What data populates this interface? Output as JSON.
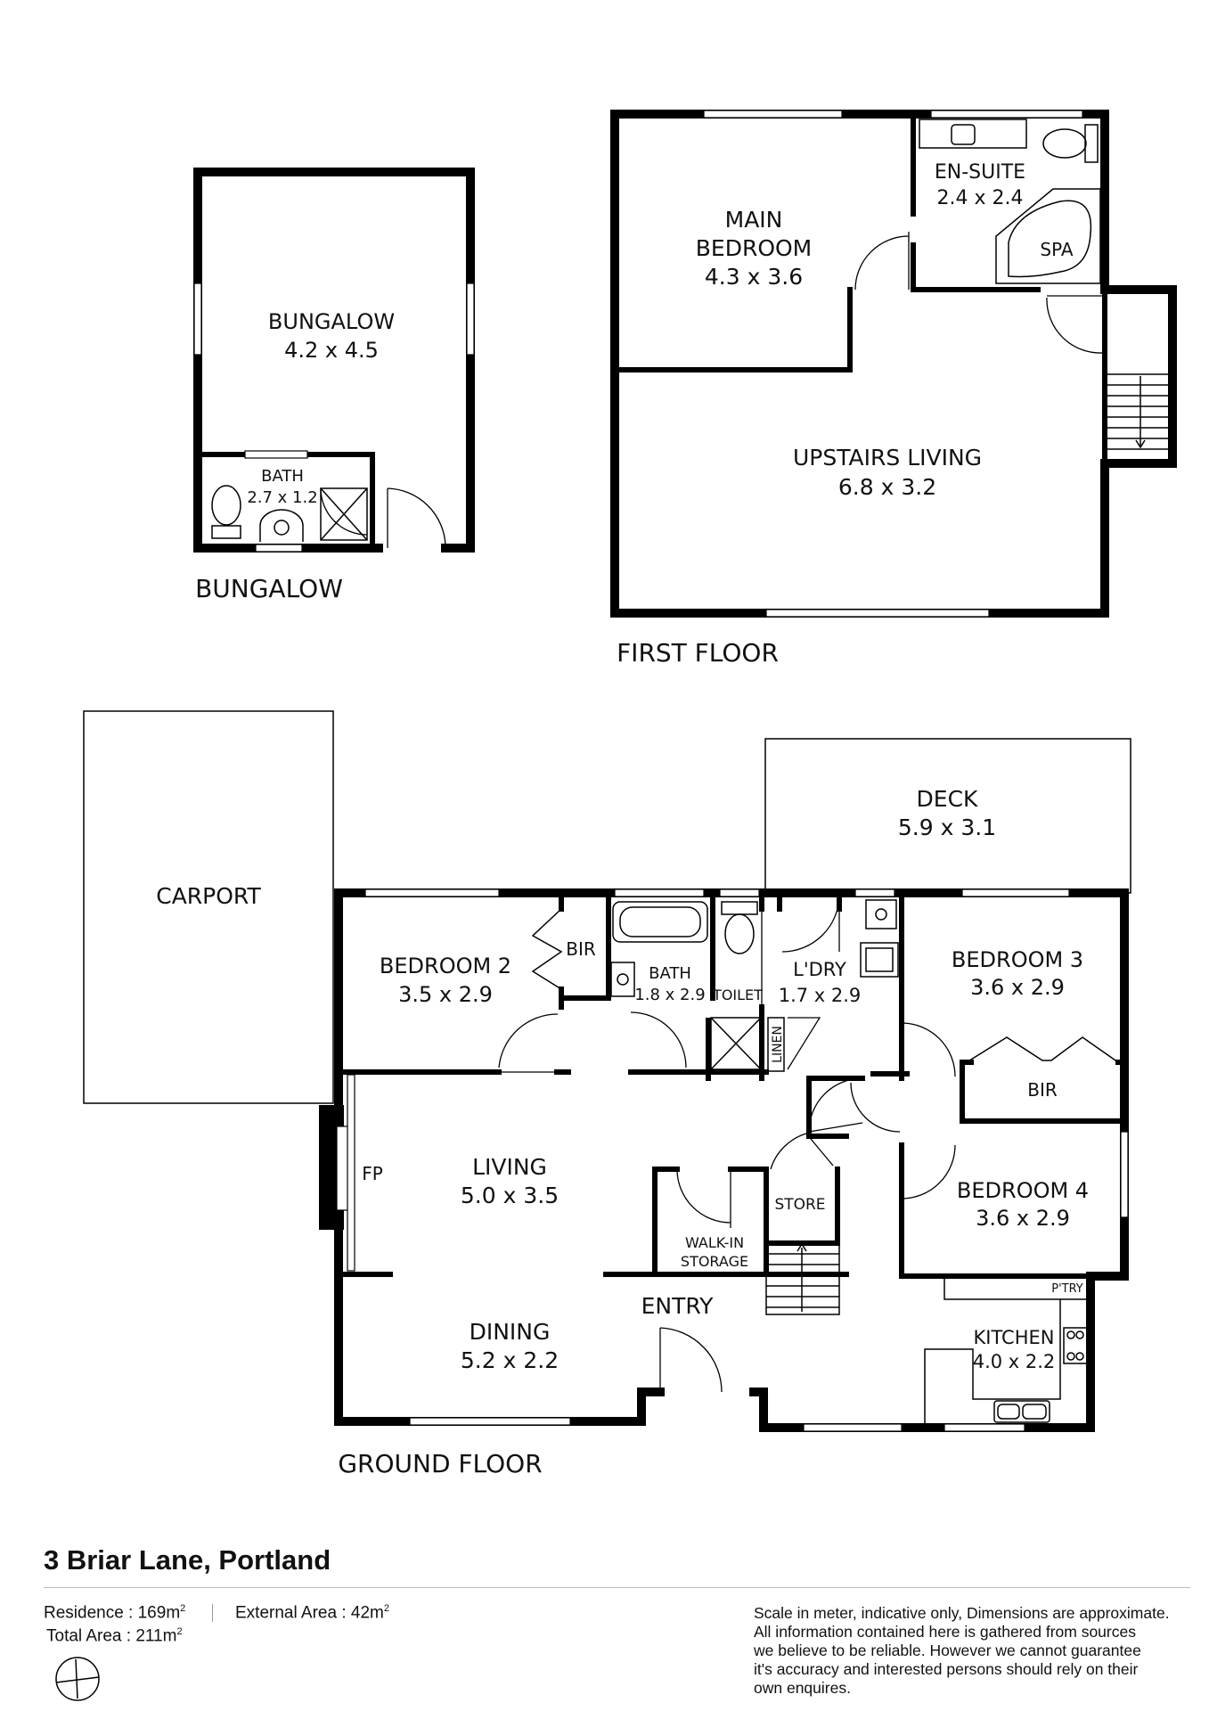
{
  "plans": {
    "bungalow": {
      "caption": "BUNGALOW",
      "rooms": {
        "bungalow": {
          "name": "BUNGALOW",
          "size": "4.2 x 4.5"
        },
        "bath": {
          "name": "BATH",
          "size": "2.7 x 1.2"
        }
      }
    },
    "first_floor": {
      "caption": "FIRST FLOOR",
      "rooms": {
        "main_bedroom": {
          "name_line1": "MAIN",
          "name_line2": "BEDROOM",
          "size": "4.3 x 3.6"
        },
        "en_suite": {
          "name": "EN-SUITE",
          "size": "2.4 x 2.4"
        },
        "spa": {
          "name": "SPA"
        },
        "upstairs_living": {
          "name": "UPSTAIRS LIVING",
          "size": "6.8 x 3.2"
        }
      }
    },
    "ground_floor": {
      "caption": "GROUND FLOOR",
      "rooms": {
        "carport": {
          "name": "CARPORT"
        },
        "deck": {
          "name": "DECK",
          "size": "5.9 x 3.1"
        },
        "bedroom2": {
          "name": "BEDROOM 2",
          "size": "3.5 x 2.9"
        },
        "bir1": {
          "name": "BIR"
        },
        "bath": {
          "name": "BATH",
          "size": "1.8 x 2.9"
        },
        "toilet": {
          "name": "TOILET"
        },
        "laundry": {
          "name": "L'DRY",
          "size": "1.7 x 2.9"
        },
        "linen": {
          "name": "LINEN"
        },
        "bedroom3": {
          "name": "BEDROOM 3",
          "size": "3.6 x 2.9"
        },
        "bir2": {
          "name": "BIR"
        },
        "bedroom4": {
          "name": "BEDROOM 4",
          "size": "3.6 x 2.9"
        },
        "fp": {
          "name": "FP"
        },
        "living": {
          "name": "LIVING",
          "size": "5.0 x 3.5"
        },
        "walkin": {
          "name_line1": "WALK-IN",
          "name_line2": "STORAGE"
        },
        "store": {
          "name": "STORE"
        },
        "dining": {
          "name": "DINING",
          "size": "5.2 x 2.2"
        },
        "entry": {
          "name": "ENTRY"
        },
        "pantry": {
          "name": "P'TRY"
        },
        "kitchen": {
          "name": "KITCHEN",
          "size": "4.0 x 2.2"
        }
      }
    }
  },
  "footer": {
    "address": "3 Briar Lane, Portland",
    "residence_label": "Residence : 169m",
    "residence_sup": "2",
    "external_label": "External Area : 42m",
    "external_sup": "2",
    "total_label": "Total Area : 211m",
    "total_sup": "2",
    "disclaimer_lines": [
      "Scale in meter, indicative only, Dimensions are approximate.",
      "All information contained here is gathered from sources",
      "we believe to be reliable. However we cannot guarantee",
      "it's accuracy and interested persons should rely on their",
      "own enquires."
    ]
  }
}
